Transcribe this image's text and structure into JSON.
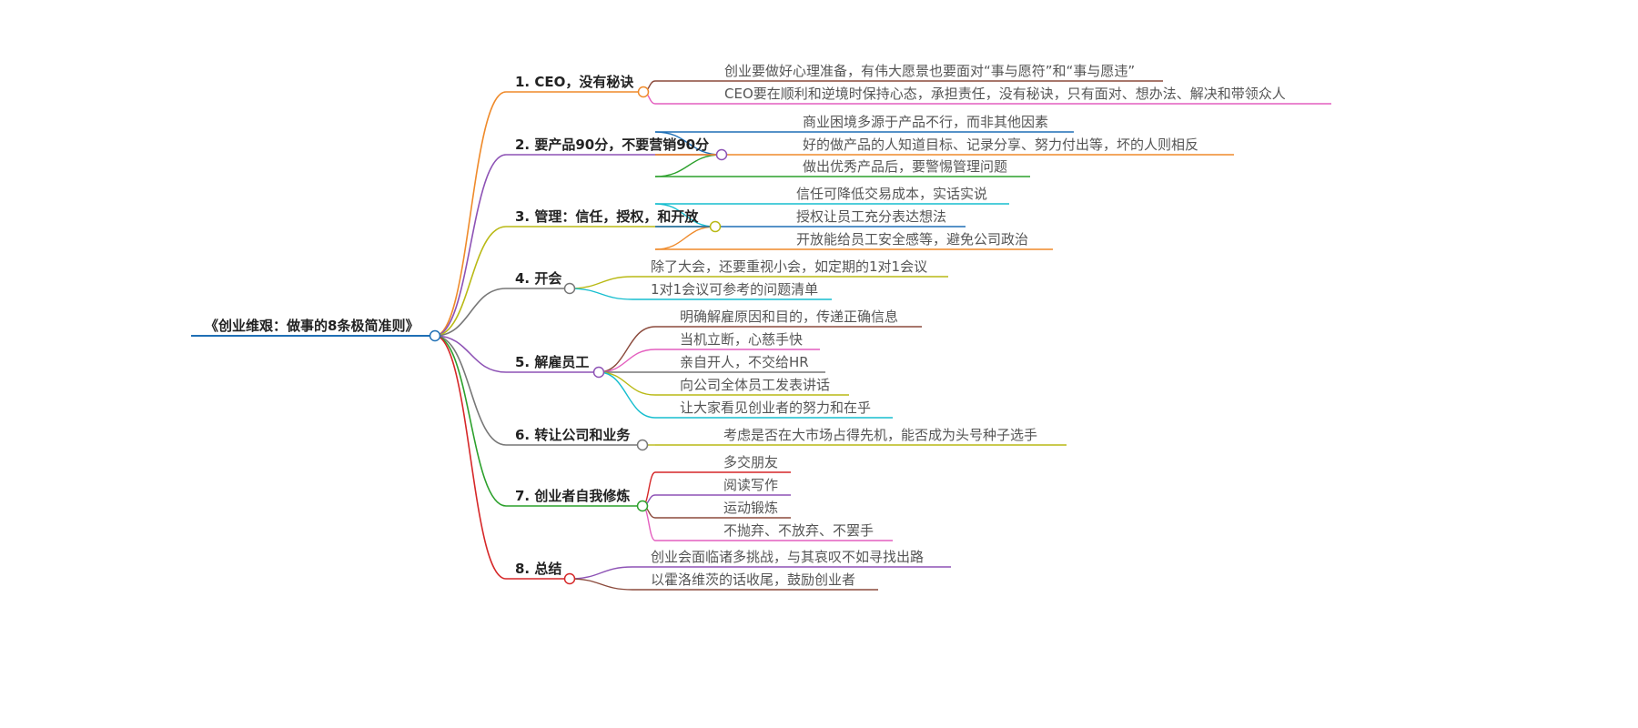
{
  "root": {
    "label": "《创业维艰：做事的8条极简准则》",
    "color": "#1f6fb5"
  },
  "branches": [
    {
      "label": "1. CEO，没有秘诀",
      "color": "#ef8a2a",
      "leaves": [
        {
          "label": "创业要做好心理准备，有伟大愿景也要面对“事与愿符”和“事与愿违”",
          "color": "#8b4a3c"
        },
        {
          "label": "CEO要在顺利和逆境时保持心态，承担责任，没有秘诀，只有面对、想办法、解决和带领众人",
          "color": "#e45fbf"
        }
      ]
    },
    {
      "label": "2. 要产品90分，不要营销90分",
      "color": "#8d52b5",
      "leaves": [
        {
          "label": "商业困境多源于产品不行，而非其他因素",
          "color": "#1f6fb5"
        },
        {
          "label": "好的做产品的人知道目标、记录分享、努力付出等，坏的人则相反",
          "color": "#ef8a2a"
        },
        {
          "label": "做出优秀产品后，要警惕管理问题",
          "color": "#2ca02c"
        }
      ]
    },
    {
      "label": "3. 管理：信任，授权，和开放",
      "color": "#b9b915",
      "leaves": [
        {
          "label": "信任可降低交易成本，实话实说",
          "color": "#17becf"
        },
        {
          "label": "授权让员工充分表达想法",
          "color": "#1f6fb5"
        },
        {
          "label": "开放能给员工安全感等，避免公司政治",
          "color": "#ef8a2a"
        }
      ]
    },
    {
      "label": "4. 开会",
      "color": "#777777",
      "leaves": [
        {
          "label": "除了大会，还要重视小会，如定期的1对1会议",
          "color": "#b9b915"
        },
        {
          "label": "1对1会议可参考的问题清单",
          "color": "#17becf"
        }
      ]
    },
    {
      "label": "5. 解雇员工",
      "color": "#8d52b5",
      "leaves": [
        {
          "label": "明确解雇原因和目的，传递正确信息",
          "color": "#8b4a3c"
        },
        {
          "label": "当机立断，心慈手快",
          "color": "#e45fbf"
        },
        {
          "label": "亲自开人，不交给HR",
          "color": "#777777"
        },
        {
          "label": "向公司全体员工发表讲话",
          "color": "#b9b915"
        },
        {
          "label": "让大家看见创业者的努力和在乎",
          "color": "#17becf"
        }
      ]
    },
    {
      "label": "6. 转让公司和业务",
      "color": "#777777",
      "leaves": [
        {
          "label": "考虑是否在大市场占得先机，能否成为头号种子选手",
          "color": "#b9b915"
        }
      ]
    },
    {
      "label": "7. 创业者自我修炼",
      "color": "#2ca02c",
      "leaves": [
        {
          "label": "多交朋友",
          "color": "#d62728"
        },
        {
          "label": "阅读写作",
          "color": "#8d52b5"
        },
        {
          "label": "运动锻炼",
          "color": "#8b4a3c"
        },
        {
          "label": "不抛弃、不放弃、不罢手",
          "color": "#e45fbf"
        }
      ]
    },
    {
      "label": "8. 总结",
      "color": "#d62728",
      "leaves": [
        {
          "label": "创业会面临诸多挑战，与其哀叹不如寻找出路",
          "color": "#8d52b5"
        },
        {
          "label": "以霍洛维茨的话收尾，鼓励创业者",
          "color": "#8b4a3c"
        }
      ]
    }
  ]
}
